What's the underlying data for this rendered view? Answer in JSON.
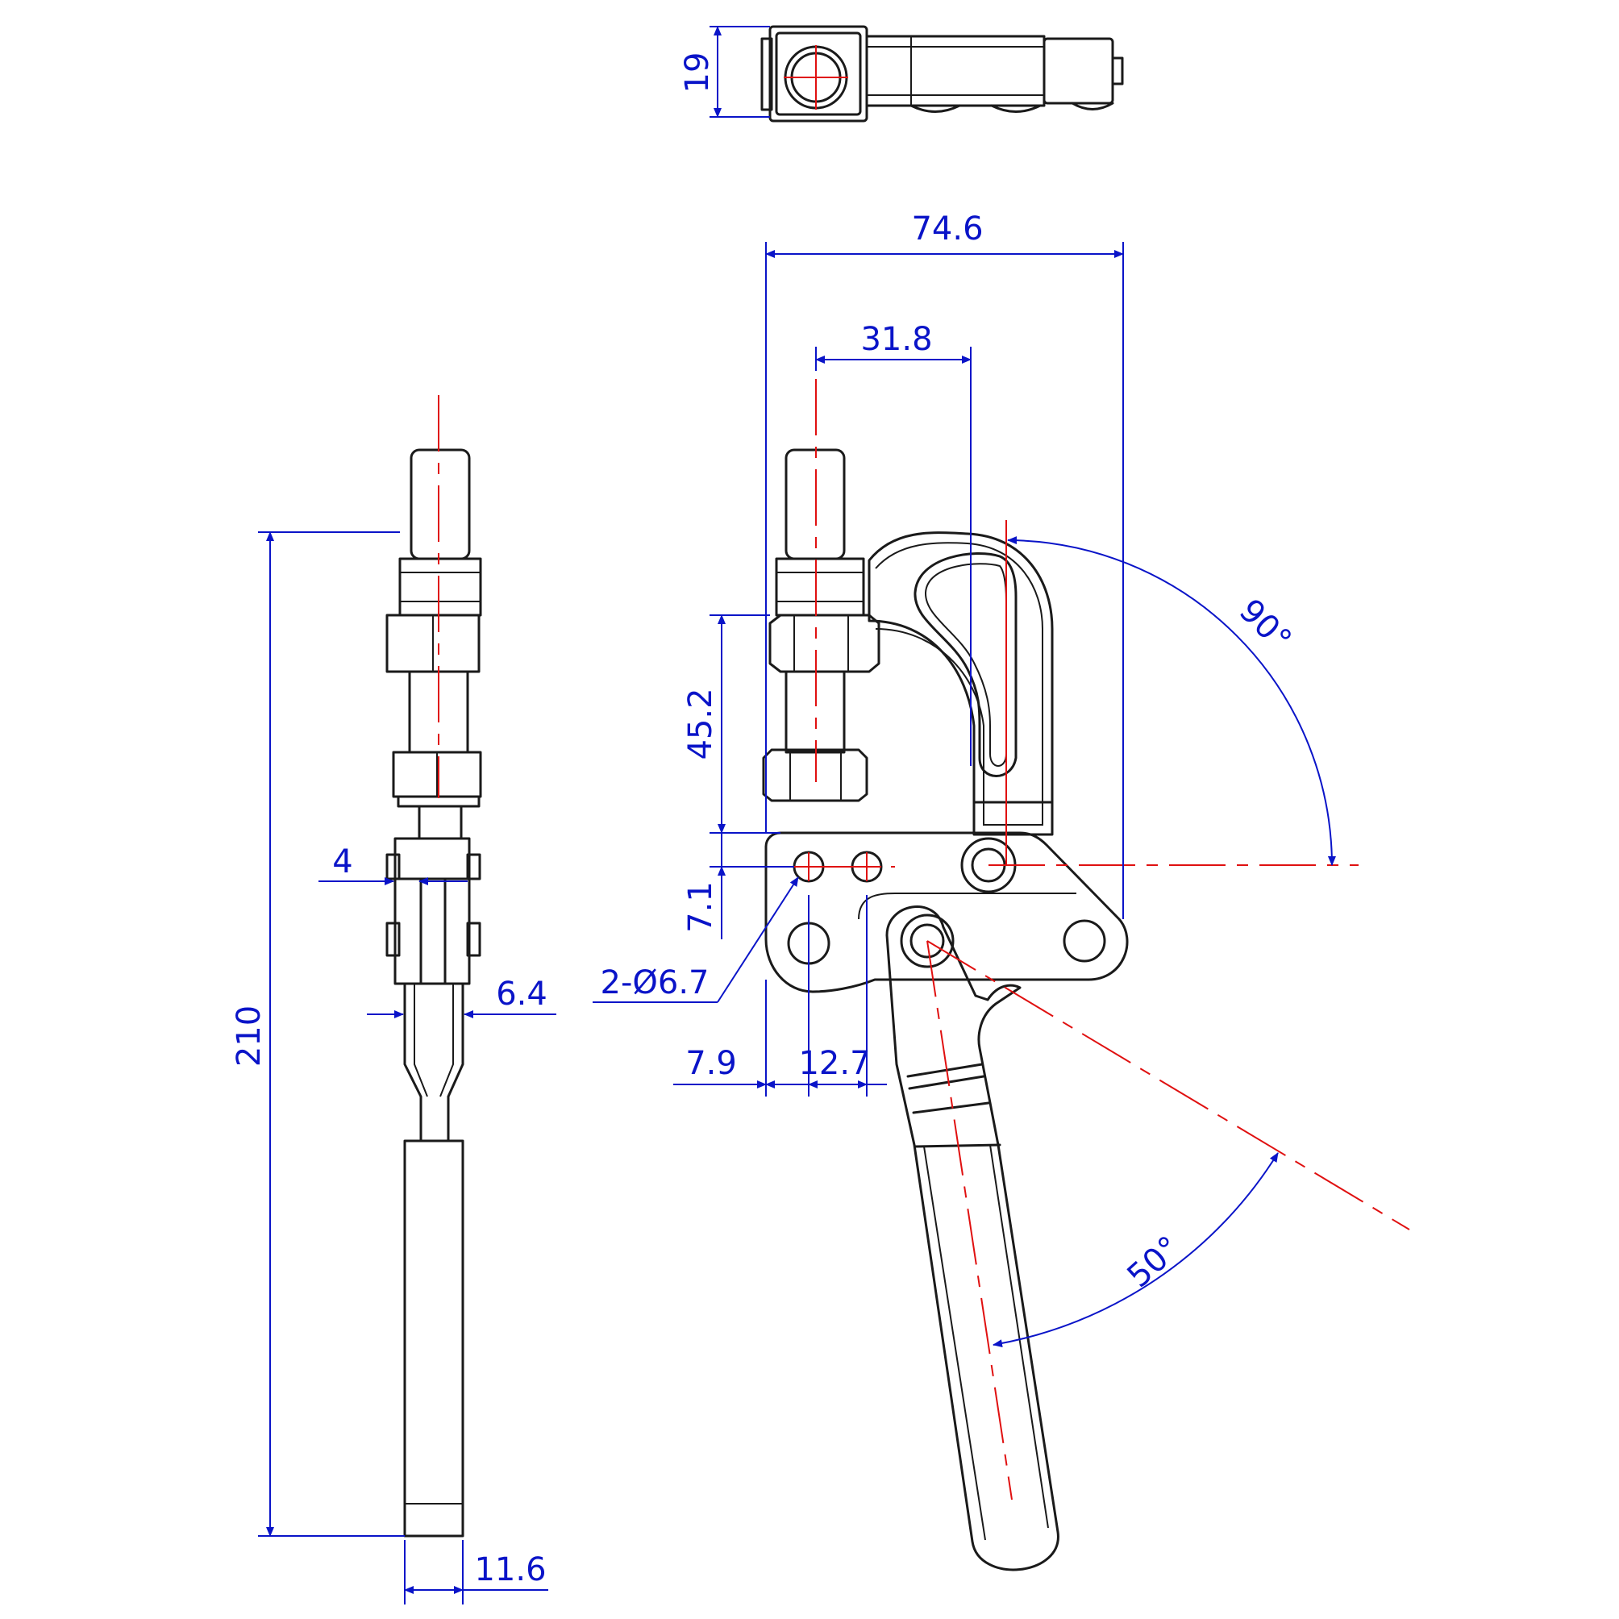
{
  "drawing": {
    "dimensions": {
      "top_width": "19",
      "overall_width": "74.6",
      "spindle_to_arm": "31.8",
      "spindle_height": "45.2",
      "hole_offset": "7.1",
      "mount_holes": "2-Ø6.7",
      "edge_to_hole": "7.9",
      "hole_pitch": "12.7",
      "arm_thickness": "4",
      "handle_gap": "6.4",
      "overall_height": "210",
      "handle_width": "11.6"
    },
    "angles": {
      "arm_opening": "90°",
      "handle_opening": "50°"
    },
    "colors": {
      "part_lines": "#1a1a1a",
      "center_lines": "#e01010",
      "dimension_lines": "#0a14c8"
    }
  }
}
